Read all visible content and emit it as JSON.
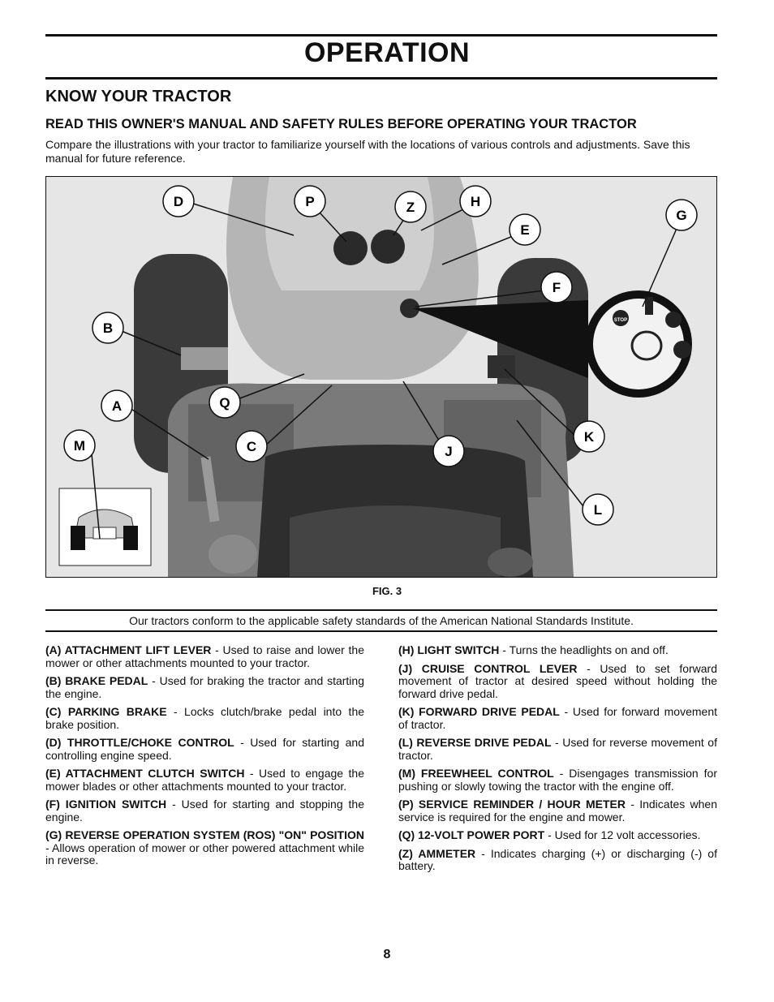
{
  "header": {
    "title": "OPERATION"
  },
  "section_title": "KNOW YOUR TRACTOR",
  "subheading": "READ THIS OWNER'S MANUAL AND SAFETY RULES BEFORE OPERATING YOUR TRACTOR",
  "intro": "Compare the illustrations with your tractor to familiarize yourself with the locations of various controls and adjustments. Save this manual for future reference.",
  "figure": {
    "caption": "FIG. 3",
    "callouts": [
      "D",
      "P",
      "Z",
      "H",
      "E",
      "G",
      "F",
      "B",
      "A",
      "Q",
      "M",
      "C",
      "J",
      "K",
      "L"
    ],
    "ignition_labels": {
      "stop": "STOP"
    }
  },
  "ansi_note": "Our tractors conform to the applicable safety standards of the American National Standards Institute.",
  "left_items": [
    {
      "term": "(A) ATTACHMENT LIFT LEVER",
      "desc": " - Used to raise and lower the mower or other attachments mounted to your tractor."
    },
    {
      "term": "(B) BRAKE PEDAL",
      "desc": " - Used for braking the tractor and starting the engine."
    },
    {
      "term": "(C) PARKING BRAKE",
      "desc": " - Locks clutch/brake pedal into the brake position."
    },
    {
      "term": "(D) THROTTLE/CHOKE CONTROL",
      "desc": " - Used for starting and controlling engine speed."
    },
    {
      "term": "(E) ATTACHMENT CLUTCH SWITCH",
      "desc": " - Used to engage the mower blades or other attachments mounted to your tractor."
    },
    {
      "term": "(F) IGNITION SWITCH",
      "desc": " - Used for starting and stopping the engine."
    },
    {
      "term": "(G) REVERSE OPERATION SYSTEM (ROS) \"ON\" POSITION",
      "desc": " - Allows operation of mower or other powered attachment while in reverse."
    }
  ],
  "right_items": [
    {
      "term": "(H) LIGHT SWITCH",
      "desc": " - Turns the headlights on and off."
    },
    {
      "term": "(J) CRUISE CONTROL LEVER",
      "desc": " - Used to set forward movement of tractor at desired speed without holding the forward drive pedal."
    },
    {
      "term": "(K) FORWARD DRIVE PEDAL",
      "desc": " - Used for forward movement of tractor."
    },
    {
      "term": "(L) REVERSE DRIVE PEDAL",
      "desc": " - Used for reverse movement of tractor."
    },
    {
      "term": "(M) FREEWHEEL CONTROL",
      "desc": " - Disengages transmission for pushing or slowly towing the tractor with the engine off."
    },
    {
      "term": "(P) SERVICE REMINDER / HOUR METER",
      "desc": " - Indicates when service is required for the engine and mower."
    },
    {
      "term": "(Q) 12-VOLT POWER PORT",
      "desc": " - Used for 12 volt accessories."
    },
    {
      "term": "(Z) AMMETER",
      "desc": " - Indicates charging (+) or discharging (-) of battery."
    }
  ],
  "page_number": "8"
}
